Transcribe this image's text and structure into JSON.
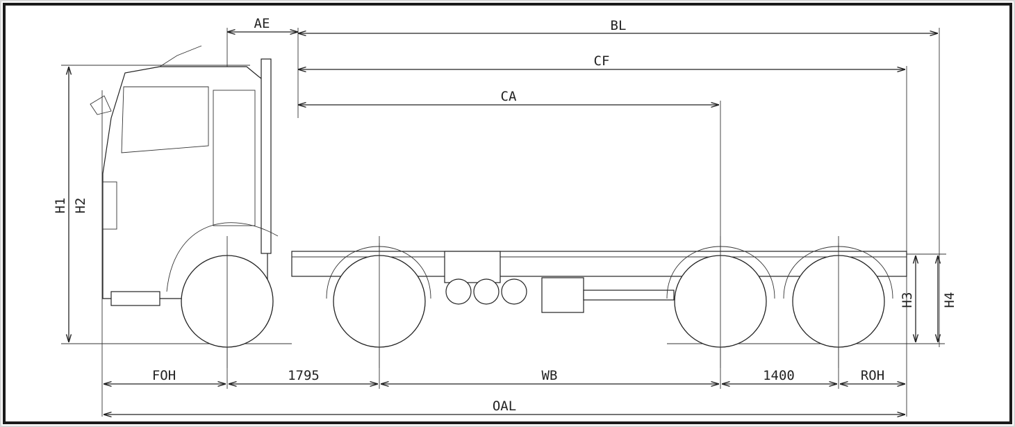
{
  "diagram": {
    "labels": {
      "ae": "AE",
      "bl": "BL",
      "cf": "CF",
      "ca": "CA",
      "h1": "H1",
      "h2": "H2",
      "h3": "H3",
      "h4": "H4",
      "foh": "FOH",
      "axle_spacing_front": "1795",
      "wb": "WB",
      "axle_spacing_rear": "1400",
      "roh": "ROH",
      "oal": "OAL"
    }
  }
}
